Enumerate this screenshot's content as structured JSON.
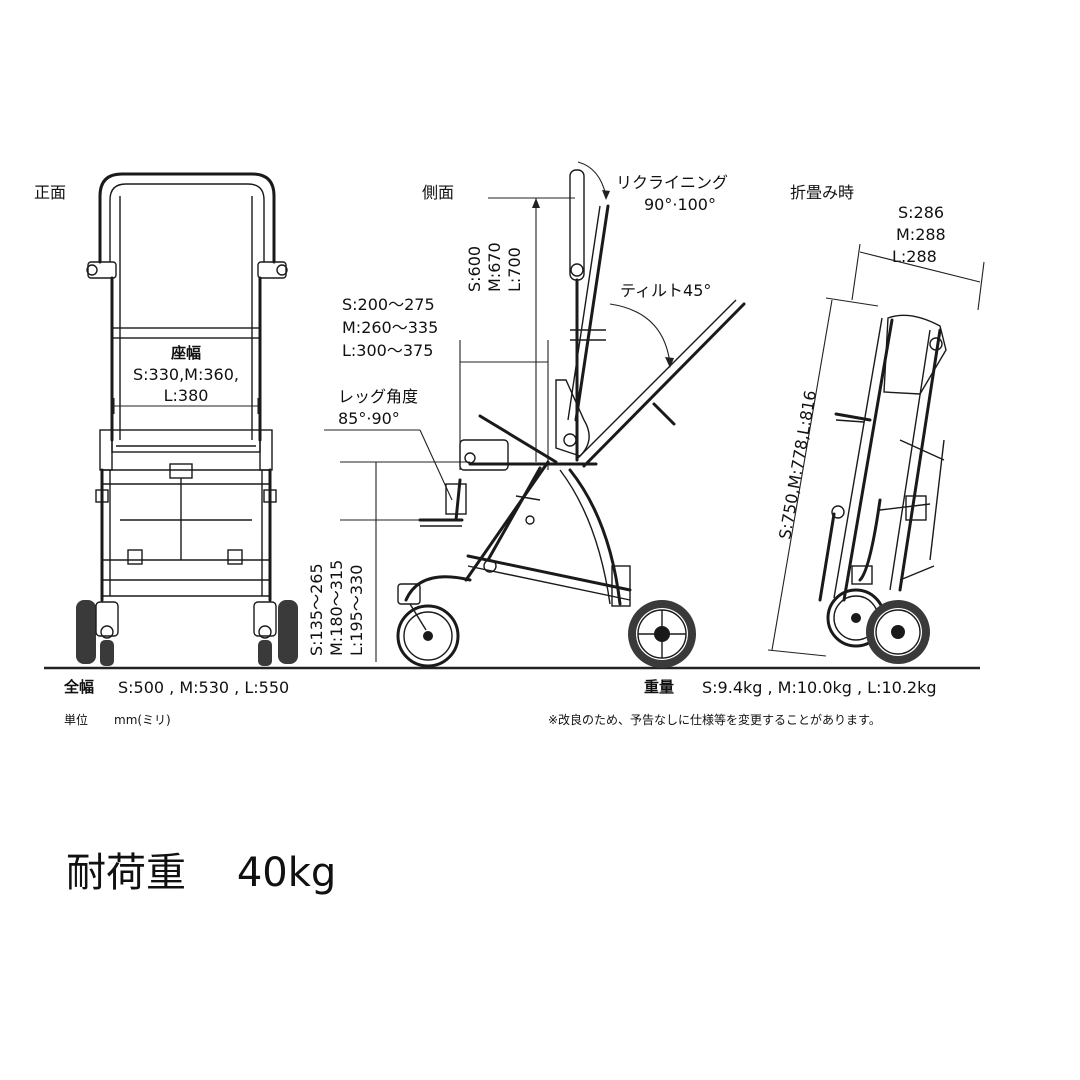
{
  "front": {
    "title": "正面",
    "seat_width_label": "座幅",
    "seat_width_values": [
      "S:330,M:360,",
      "L:380"
    ],
    "overall_width_label": "全幅",
    "overall_width_values": "S:500 , M:530 , L:550",
    "unit_label": "単位",
    "unit_value": "mm(ミリ)"
  },
  "side": {
    "title": "側面",
    "recline_label": "リクライニング",
    "recline_value": "90°·100°",
    "tilt_label": "ティルト45°",
    "height_values": [
      "S:600",
      "M:670",
      "L:700"
    ],
    "depth_values": [
      "S:200～275",
      "M:260～335",
      "L:300～375"
    ],
    "leg_angle_label": "レッグ角度",
    "leg_angle_value": "85°·90°",
    "footrest_values": [
      "S:135～265",
      "M:180～315",
      "L:195～330"
    ]
  },
  "folded": {
    "title": "折畳み時",
    "width_values": [
      "S:286",
      "M:288",
      "L:288"
    ],
    "length_value": "S:750,M:778,L:816"
  },
  "weight": {
    "label": "重量",
    "values": "S:9.4kg , M:10.0kg , L:10.2kg"
  },
  "notice": "※改良のため、予告なしに仕様等を変更することがあります。",
  "load_capacity": {
    "label": "耐荷重",
    "value": "40kg"
  }
}
